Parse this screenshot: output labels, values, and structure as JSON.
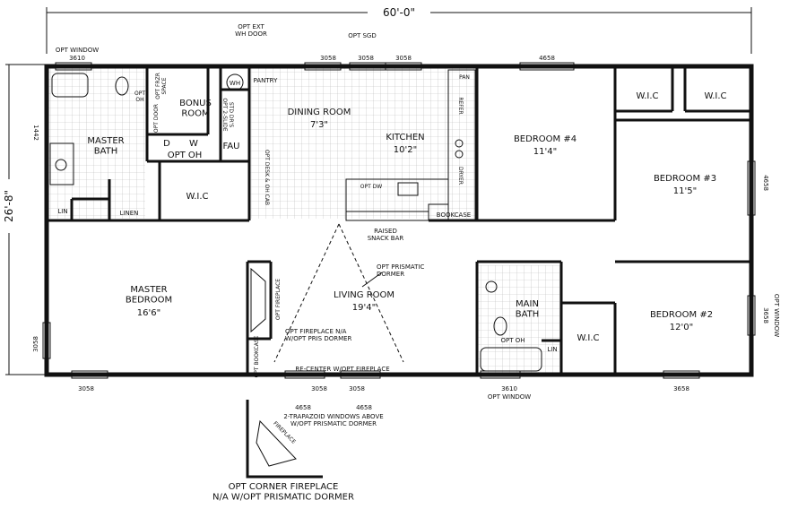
{
  "overall": {
    "width": "60'-0\"",
    "depth": "26'-8\""
  },
  "left_dim_opt": "1442",
  "rooms": {
    "master_bath": "MASTER\nBATH",
    "bonus_room": "BONUS\nROOM",
    "dining_room": "DINING ROOM",
    "dining_size": "7'3\"",
    "kitchen": "KITCHEN",
    "kitchen_size": "10'2\"",
    "bedroom4": "BEDROOM #4",
    "bedroom4_size": "11'4\"",
    "bedroom3": "BEDROOM #3",
    "bedroom3_size": "11'5\"",
    "master_bedroom": "MASTER\nBEDROOM",
    "master_bedroom_size": "16'6\"",
    "living_room": "LIVING ROOM",
    "living_size": "19'4\"",
    "main_bath": "MAIN\nBATH",
    "bedroom2": "BEDROOM #2",
    "bedroom2_size": "12'0\""
  },
  "labels": {
    "opt_window_top": "OPT WINDOW",
    "w3610_top": "3610",
    "opt_ext_wh_door": "OPT EXT\nWH DOOR",
    "opt_sgd": "OPT SGD",
    "top_3058_a": "3058",
    "top_3058_b": "3058",
    "top_3058_c": "3058",
    "top_4658": "4658",
    "right_4658": "4658",
    "right_3658": "3658",
    "opt_window_right": "OPT WINDOW",
    "left_3058": "3058",
    "bottom_3058_left": "3058",
    "bottom_3058_a": "3058",
    "bottom_3058_b": "3058",
    "bottom_3610": "3610",
    "bottom_opt_window": "OPT WINDOW",
    "bottom_3658": "3658",
    "bottom_4658_a": "4658",
    "bottom_4658_b": "4658",
    "trapezoid": "2-TRAPAZOID WINDOWS ABOVE\nW/OPT PRISMATIC DORMER",
    "re_center": "RE-CENTER W/OPT FIREPLACE",
    "opt_corner_fp": "OPT CORNER FIREPLACE\nN/A W/OPT PRISMATIC DORMER",
    "opt_fireplace": "OPT FIREPLACE",
    "opt_fp_na": "OPT FIREPLACE N/A\nW/OPT PRIS DORMER",
    "opt_prismatic": "OPT PRISMATIC\nDORMER",
    "opt_bookcase": "OPT BOOKCASE",
    "raised_snack": "RAISED\nSNACK BAR",
    "bookcase": "BOOKCASE",
    "pantry": "PANTRY",
    "wh": "WH",
    "fau": "FAU",
    "d": "D",
    "w": "W",
    "opt_oh_laundry": "OPT OH",
    "opt_oh_mbath": "OPT\nOH",
    "opt_oh_main": "OPT OH",
    "opt_door": "OPT DOOR",
    "opt_frzr": "OPT FRZR\nSPACE",
    "std_dr": "STD DR'S\nOPT 2-SLIDE",
    "opt_desk": "OPT DESK & OH CAB",
    "opt_dw": "OPT DW",
    "pan": "PAN",
    "refer": "REFER",
    "dryer": "DRYER",
    "wic_master": "W.I.C",
    "wic_b4": "W.I.C",
    "wic_b3": "W.I.C",
    "wic_b2": "W.I.C",
    "lin_master": "LIN",
    "linen": "LINEN",
    "lin_main": "LIN",
    "fp_label_small": "FIREPLACE"
  }
}
